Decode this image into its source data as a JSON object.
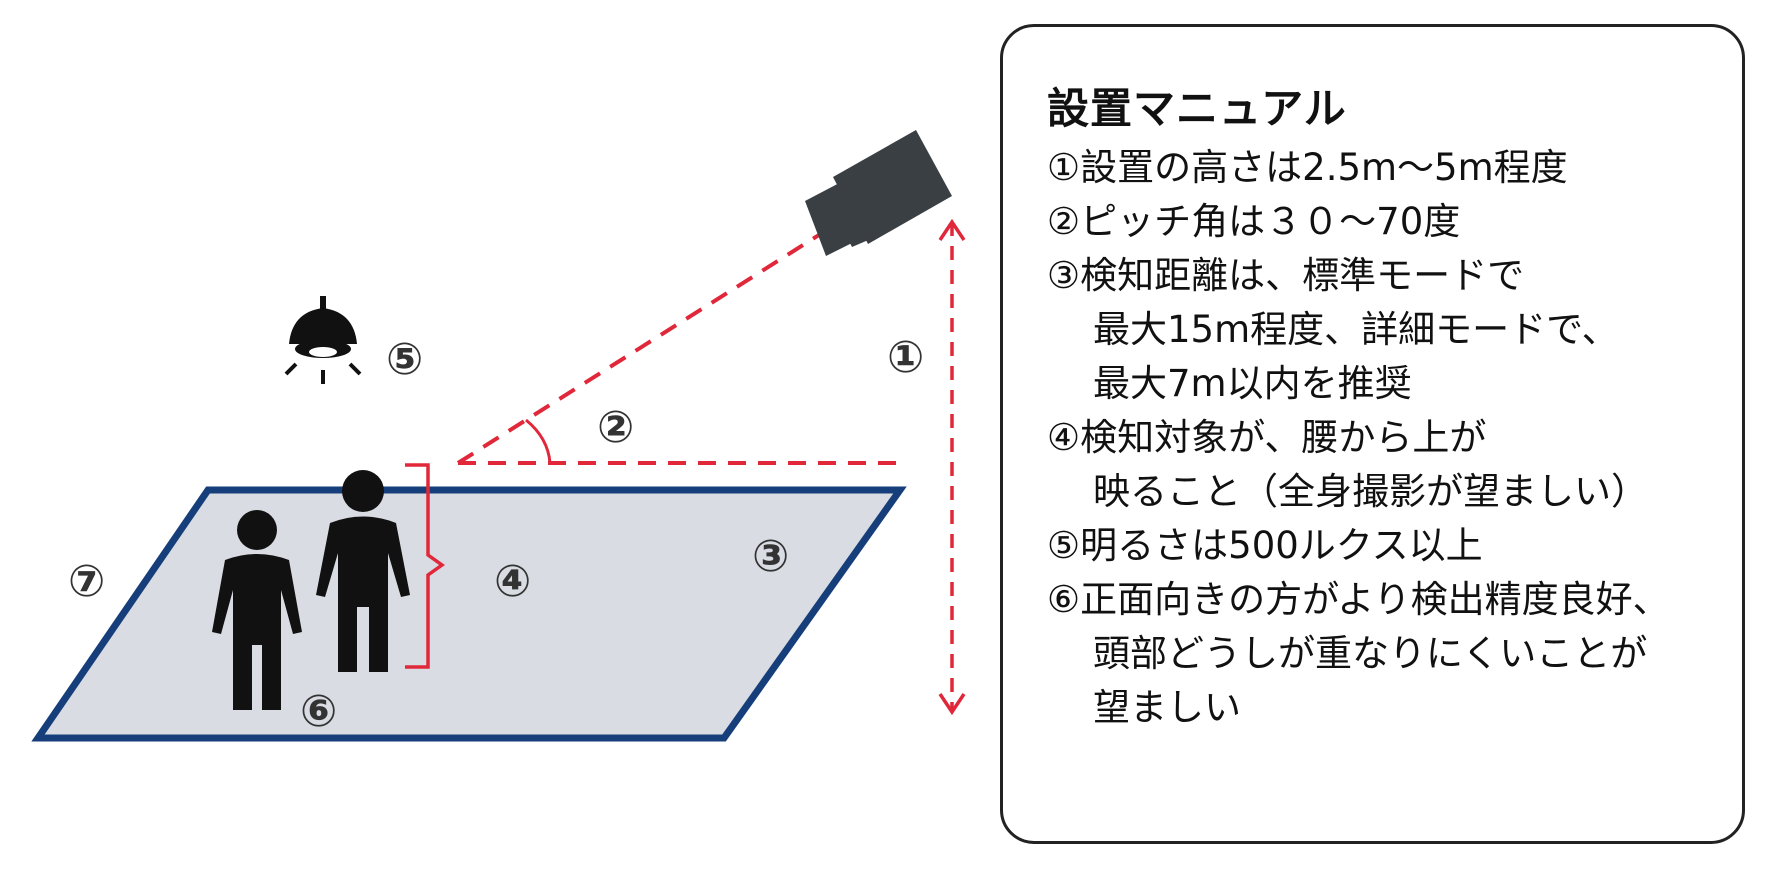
{
  "diagram": {
    "labels": {
      "height": "①",
      "pitch": "②",
      "distance": "③",
      "target": "④",
      "brightness": "⑤",
      "orientation": "⑥",
      "area": "⑦"
    },
    "colors": {
      "floor_fill": "#d9dde3",
      "floor_border": "#163e7a",
      "guide_red": "#e0283a",
      "camera": "#3a3f44",
      "person": "#111111",
      "lamp": "#111111"
    }
  },
  "manual": {
    "title": "設置マニュアル",
    "items": [
      {
        "num": "①",
        "lines": [
          "設置の高さは2.5m〜5m程度"
        ]
      },
      {
        "num": "②",
        "lines": [
          "ピッチ角は３０〜70度"
        ]
      },
      {
        "num": "③",
        "lines": [
          "検知距離は、標準モードで",
          "最大15m程度、詳細モードで、",
          "最大7m以内を推奨"
        ]
      },
      {
        "num": "④",
        "lines": [
          "検知対象が、腰から上が",
          "映ること（全身撮影が望ましい）"
        ]
      },
      {
        "num": "⑤",
        "lines": [
          "明るさは500ルクス以上"
        ]
      },
      {
        "num": "⑥",
        "lines": [
          "正面向きの方がより検出精度良好、",
          "頭部どうしが重なりにくいことが",
          "望ましい"
        ]
      }
    ]
  }
}
